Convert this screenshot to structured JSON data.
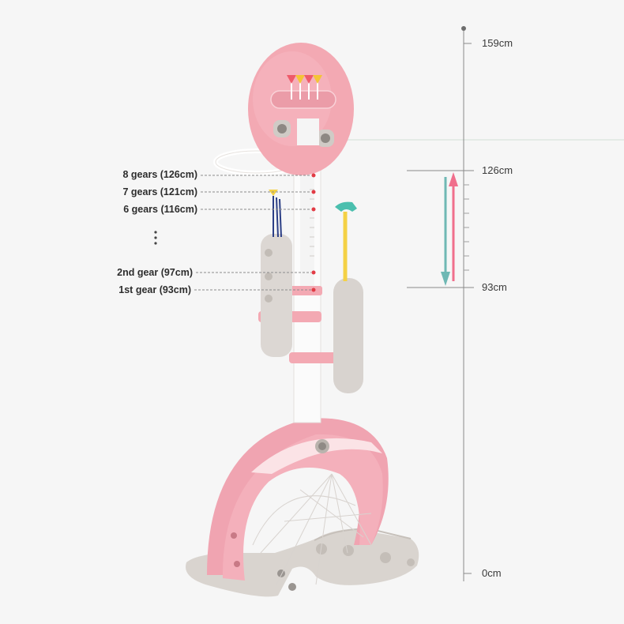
{
  "gear_labels": {
    "gear8": "8 gears (126cm)",
    "gear7": "7 gears (121cm)",
    "gear6": "6 gears (116cm)",
    "gear2": "2nd gear (97cm)",
    "gear1": "1st gear (93cm)"
  },
  "scale": {
    "top": "159cm",
    "upper": "126cm",
    "lower": "93cm",
    "bottom": "0cm"
  },
  "colors": {
    "background": "#f6f6f6",
    "pink": "#f3a9b3",
    "pink_dark": "#e88f9d",
    "gray": "#d6d2cf",
    "arrow_pink": "#f06f8c",
    "arrow_teal": "#6fb8b4",
    "gear_dot": "#e23b45"
  }
}
